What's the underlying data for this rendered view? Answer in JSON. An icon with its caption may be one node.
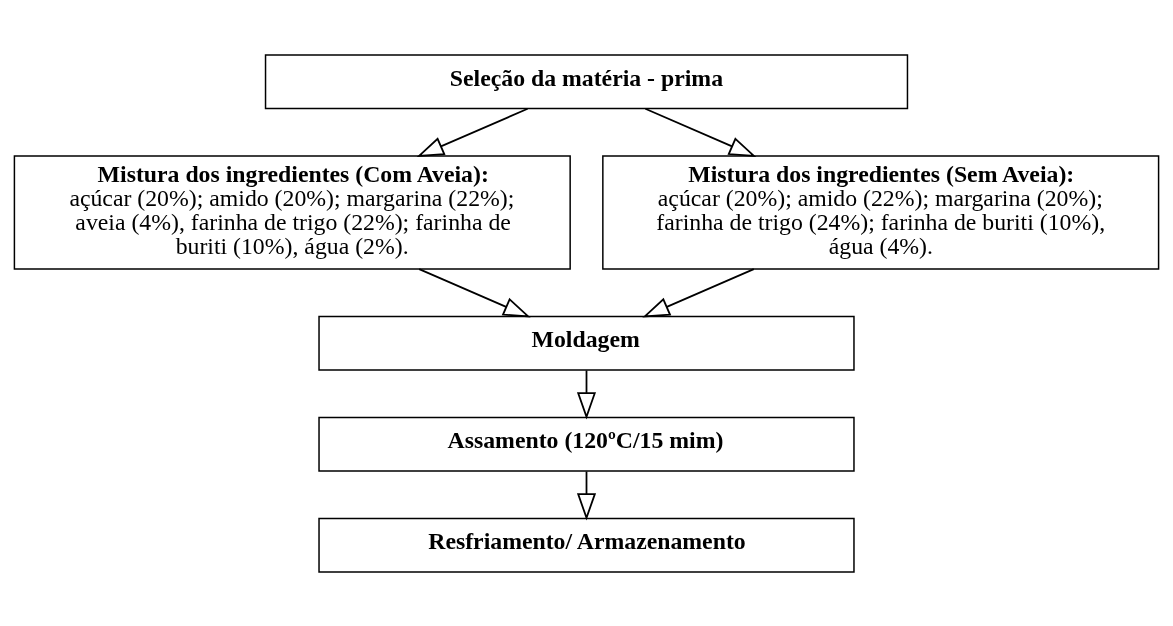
{
  "diagram": {
    "nodes": [
      {
        "text": [
          "Seleção da matéria - prima"
        ]
      },
      {
        "text": [
          "Mistura dos ingredientes (Com Aveia):",
          "açúcar (20%); amido (20%); margarina (22%); aveia (4%), farinha de trigo (22%); farinha de buriti (10%), água (2%)."
        ]
      },
      {
        "text": [
          "Mistura dos ingredientes (Sem Aveia):",
          "açúcar (20%); amido (22%); margarina (20%); farinha de trigo (24%); farinha de buriti (10%), água (4%)."
        ]
      },
      {
        "text": [
          "Moldagem"
        ]
      },
      {
        "text": [
          "Assamento (120ºC/15 mim)"
        ]
      },
      {
        "text": [
          "Resfriamento/ Armazenamento"
        ]
      }
    ],
    "edges": [
      {
        "from": 0,
        "to": 1,
        "arrow": "to"
      },
      {
        "from": 0,
        "to": 2,
        "arrow": "to"
      },
      {
        "from": 1,
        "to": 3,
        "arrow": "to"
      },
      {
        "from": 2,
        "to": 3,
        "arrow": "to"
      },
      {
        "from": 3,
        "to": 4,
        "arrow": "to"
      },
      {
        "from": 4,
        "to": 5,
        "arrow": "to"
      }
    ]
  }
}
